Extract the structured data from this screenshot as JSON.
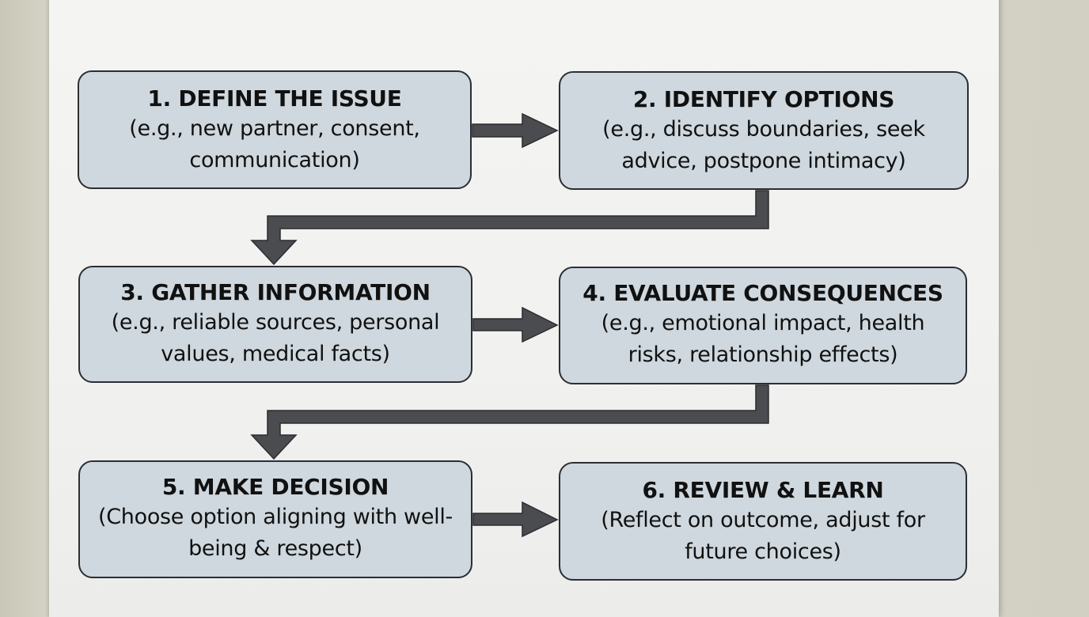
{
  "steps": [
    {
      "title": "1. DEFINE THE ISSUE",
      "desc": "(e.g., new partner, consent, communication)"
    },
    {
      "title": "2. IDENTIFY OPTIONS",
      "desc": "(e.g., discuss boundaries, seek advice, postpone intimacy)"
    },
    {
      "title": "3. GATHER INFORMATION",
      "desc": "(e.g., reliable sources, personal values, medical facts)"
    },
    {
      "title": "4. EVALUATE CONSEQUENCES",
      "desc": "(e.g., emotional impact, health risks, relationship effects)"
    },
    {
      "title": "5. MAKE DECISION",
      "desc": "(Choose option aligning with well-being & respect)"
    },
    {
      "title": "6. REVIEW & LEARN",
      "desc": "(Reflect on outcome, adjust for future choices)"
    }
  ],
  "colors": {
    "box_fill": "#cfd8de",
    "box_border": "#2b2e33",
    "arrow_fill": "#4a4c50",
    "poster": "#f2f2f0",
    "wall": "#d6d4c6"
  }
}
